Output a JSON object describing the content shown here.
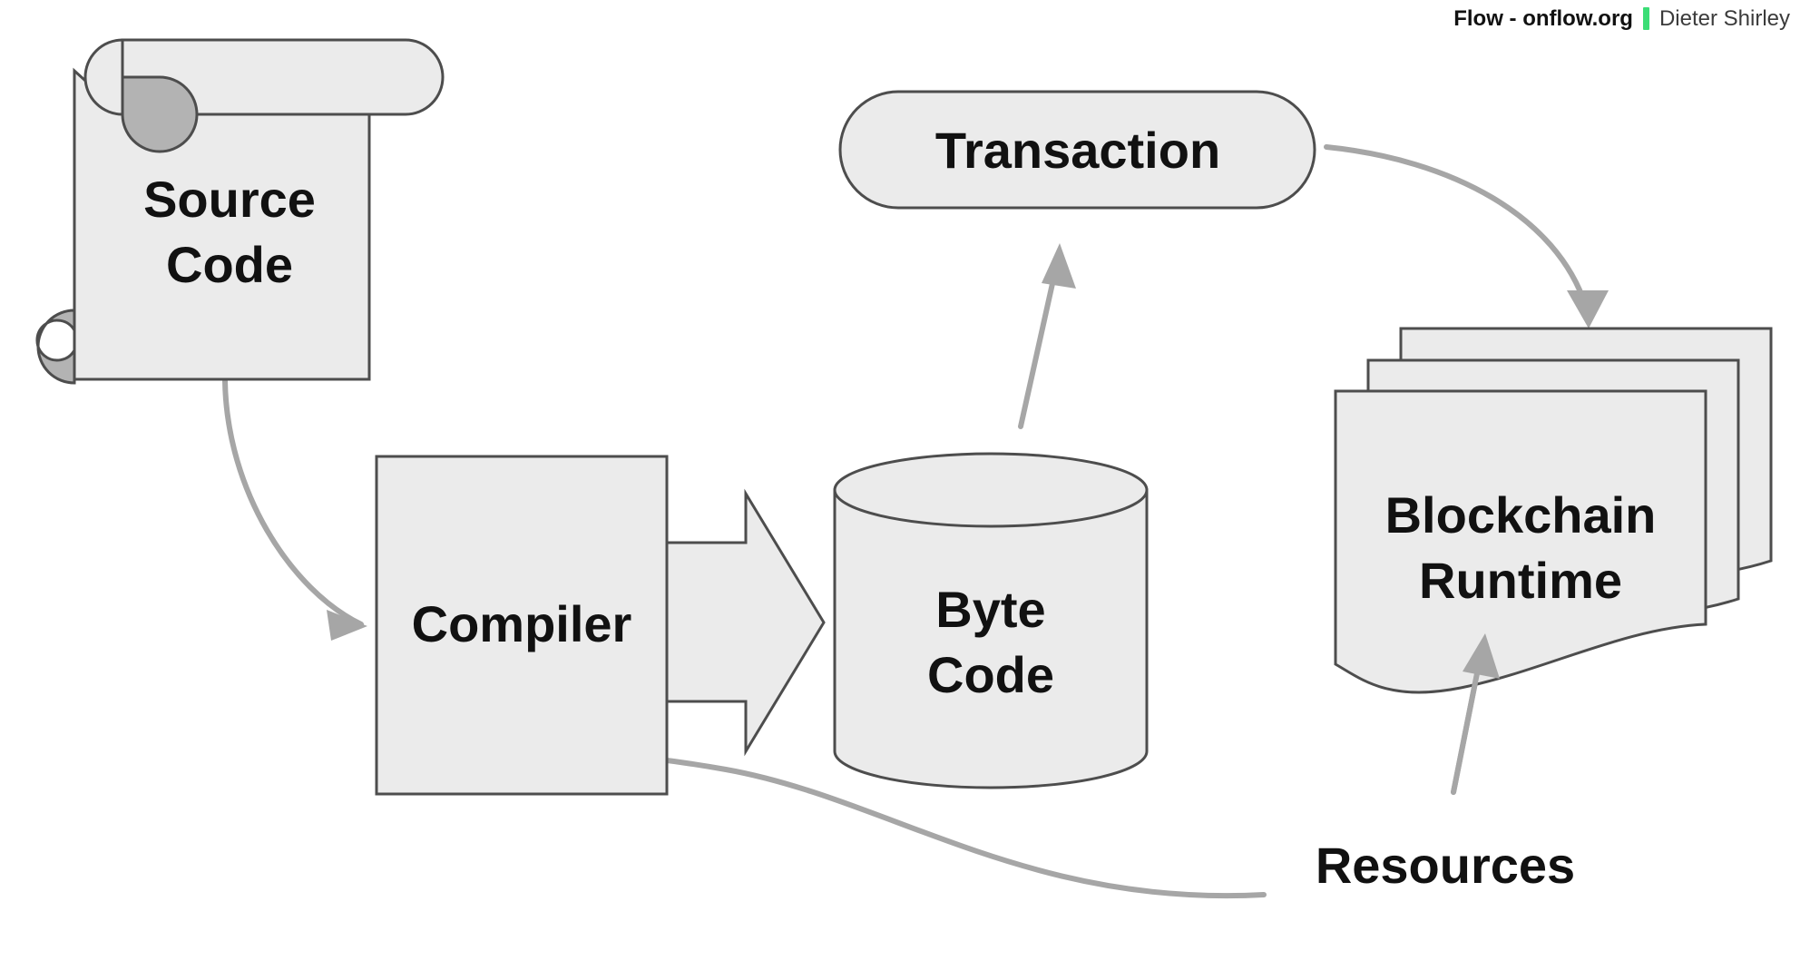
{
  "header": {
    "title": "Flow - onflow.org",
    "separator_color": "#3bdd76",
    "author": "Dieter Shirley"
  },
  "diagram": {
    "type": "flowchart",
    "background_color": "#ffffff",
    "shape_fill": "#ebebeb",
    "shape_fill_dark": "#b3b3b3",
    "shape_stroke": "#4d4d4d",
    "connector_color": "#a6a6a6",
    "label_color": "#111111",
    "nodes": [
      {
        "id": "source-code",
        "shape": "scroll",
        "label_line1": "Source",
        "label_line2": "Code"
      },
      {
        "id": "compiler",
        "shape": "rectangle",
        "label_line1": "Compiler",
        "label_line2": ""
      },
      {
        "id": "byte-code",
        "shape": "cylinder",
        "label_line1": "Byte",
        "label_line2": "Code"
      },
      {
        "id": "transaction",
        "shape": "rounded-pill",
        "label_line1": "Transaction",
        "label_line2": ""
      },
      {
        "id": "blockchain-runtime",
        "shape": "document-stack",
        "label_line1": "Blockchain",
        "label_line2": "Runtime"
      }
    ],
    "annotations": [
      {
        "id": "resources",
        "label": "Resources"
      }
    ],
    "connectors": [
      {
        "id": "source-to-compiler",
        "from": "source-code",
        "to": "compiler",
        "style": "curved-arrow"
      },
      {
        "id": "compiler-to-bytecode",
        "from": "compiler",
        "to": "byte-code",
        "style": "block-arrow"
      },
      {
        "id": "bytecode-to-transaction",
        "from": "byte-code",
        "to": "transaction",
        "style": "straight-arrow"
      },
      {
        "id": "transaction-to-runtime",
        "from": "transaction",
        "to": "blockchain-runtime",
        "style": "curved-arrow"
      },
      {
        "id": "runtime-to-compiler",
        "from": "blockchain-runtime",
        "to": "compiler",
        "style": "s-curve-arrow"
      },
      {
        "id": "resources-to-runtime",
        "from": "resources",
        "to": "blockchain-runtime",
        "style": "straight-arrow"
      }
    ]
  }
}
